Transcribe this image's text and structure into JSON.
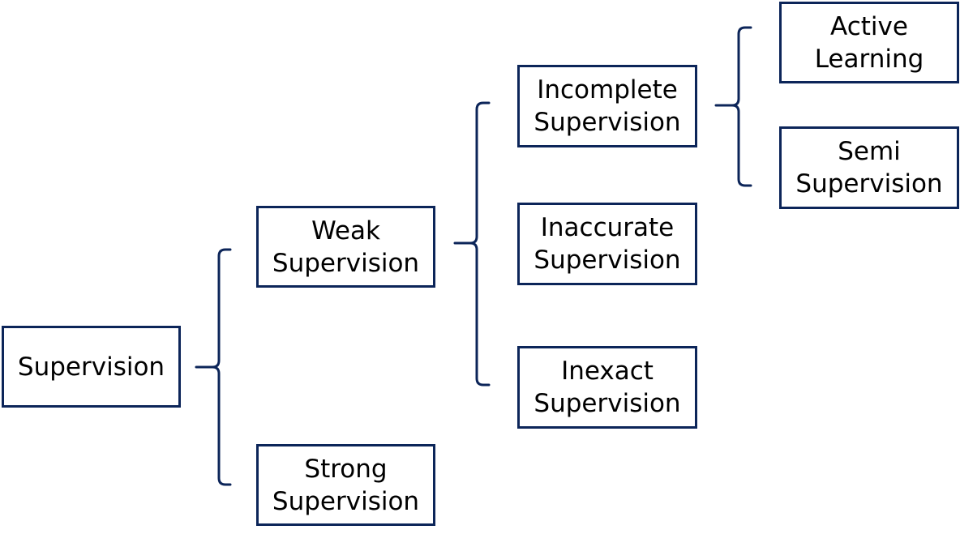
{
  "diagram": {
    "type": "tree-with-brackets",
    "colors": {
      "border": "#0c2559",
      "bracket": "#0c2559",
      "text": "#000000",
      "background": "#ffffff"
    },
    "nodes": {
      "supervision": {
        "lines": [
          "Supervision"
        ]
      },
      "weak": {
        "lines": [
          "Weak",
          "Supervision"
        ]
      },
      "strong": {
        "lines": [
          "Strong",
          "Supervision"
        ]
      },
      "incomplete": {
        "lines": [
          "Incomplete",
          "Supervision"
        ]
      },
      "inaccurate": {
        "lines": [
          "Inaccurate",
          "Supervision"
        ]
      },
      "inexact": {
        "lines": [
          "Inexact",
          "Supervision"
        ]
      },
      "active": {
        "lines": [
          "Active",
          "Learning"
        ]
      },
      "semi": {
        "lines": [
          "Semi",
          "Supervision"
        ]
      }
    },
    "edges": [
      {
        "from": "supervision",
        "to": [
          "weak",
          "strong"
        ]
      },
      {
        "from": "weak",
        "to": [
          "incomplete",
          "inaccurate",
          "inexact"
        ]
      },
      {
        "from": "incomplete",
        "to": [
          "active",
          "semi"
        ]
      }
    ]
  }
}
